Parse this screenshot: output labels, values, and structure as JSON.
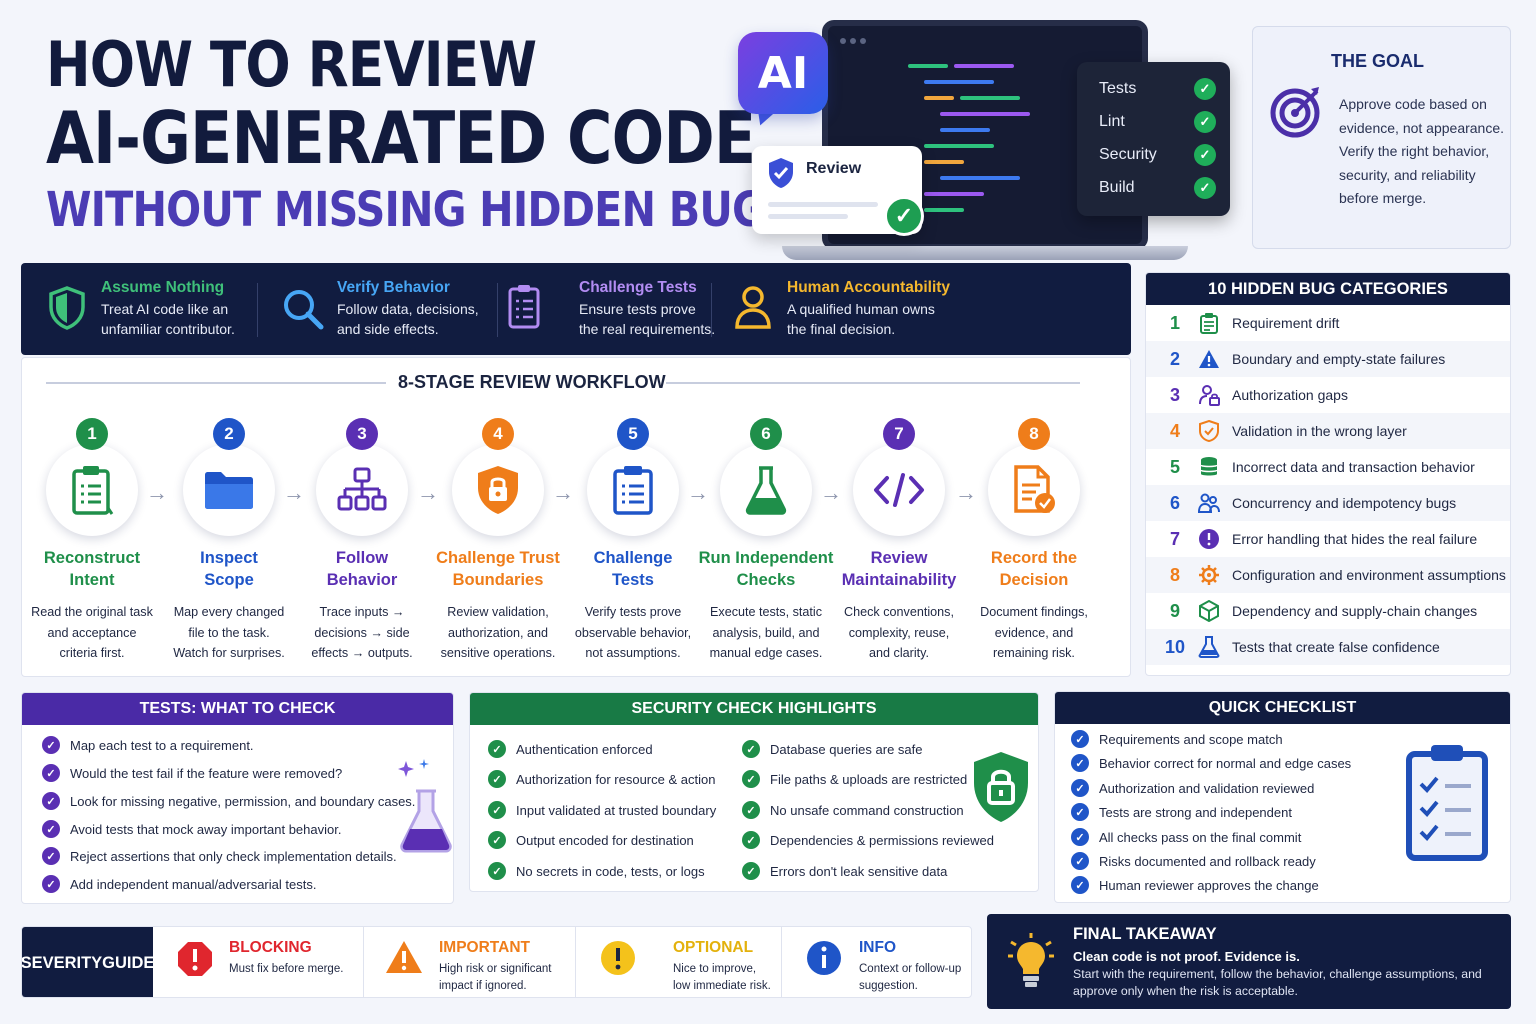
{
  "header": {
    "title_line1": "HOW TO REVIEW",
    "title_line2": "AI-GENERATED CODE",
    "subtitle": "WITHOUT MISSING HIDDEN BUGS"
  },
  "hero": {
    "ai_badge": "AI",
    "review_label": "Review",
    "checks": [
      {
        "label": "Tests",
        "icon": "check-icon"
      },
      {
        "label": "Lint",
        "icon": "check-icon"
      },
      {
        "label": "Security",
        "icon": "check-icon"
      },
      {
        "label": "Build",
        "icon": "check-icon"
      }
    ]
  },
  "goal": {
    "title": "THE GOAL",
    "text": "Approve code based on evidence, not appearance. Verify the right behavior, security, and reliability before merge."
  },
  "principles": [
    {
      "title": "Assume Nothing",
      "line1": "Treat AI code like an",
      "line2": "unfamiliar contributor.",
      "color": "#3fc07a",
      "icon": "shield-icon"
    },
    {
      "title": "Verify Behavior",
      "line1": "Follow data, decisions,",
      "line2": "and side effects.",
      "color": "#47a6f5",
      "icon": "magnifier-icon"
    },
    {
      "title": "Challenge Tests",
      "line1": "Ensure tests prove",
      "line2": "the real requirements.",
      "color": "#b28cf2",
      "icon": "clipboard-icon"
    },
    {
      "title": "Human Accountability",
      "line1": "A qualified human owns",
      "line2": "the final decision.",
      "color": "#f5b82e",
      "icon": "person-icon"
    }
  ],
  "workflow": {
    "title": "8-STAGE REVIEW WORKFLOW",
    "arrow": "→",
    "stages": [
      {
        "num": "1",
        "title1": "Reconstruct",
        "title2": "Intent",
        "d1": "Read the original task",
        "d2": "and acceptance",
        "d3": "criteria first.",
        "color": "#1f8f4a",
        "icon": "clipboard-icon"
      },
      {
        "num": "2",
        "title1": "Inspect",
        "title2": "Scope",
        "d1": "Map every changed",
        "d2": "file to the task.",
        "d3": "Watch for surprises.",
        "color": "#1f55c8",
        "icon": "folder-icon"
      },
      {
        "num": "3",
        "title1": "Follow",
        "title2": "Behavior",
        "d1": "Trace inputs →",
        "d2": "decisions → side",
        "d3": "effects → outputs.",
        "color": "#5a2fb3",
        "icon": "flow-icon"
      },
      {
        "num": "4",
        "title1": "Challenge Trust",
        "title2": "Boundaries",
        "d1": "Review validation,",
        "d2": "authorization, and",
        "d3": "sensitive operations.",
        "color": "#ef7d1a",
        "icon": "lock-shield-icon"
      },
      {
        "num": "5",
        "title1": "Challenge",
        "title2": "Tests",
        "d1": "Verify tests prove",
        "d2": "observable behavior,",
        "d3": "not assumptions.",
        "color": "#1f55c8",
        "icon": "checklist-icon"
      },
      {
        "num": "6",
        "title1": "Run Independent",
        "title2": "Checks",
        "d1": "Execute tests, static",
        "d2": "analysis, build, and",
        "d3": "manual edge cases.",
        "color": "#1f8f4a",
        "icon": "flask-icon"
      },
      {
        "num": "7",
        "title1": "Review",
        "title2": "Maintainability",
        "d1": "Check conventions,",
        "d2": "complexity, reuse,",
        "d3": "and clarity.",
        "color": "#5a2fb3",
        "icon": "code-icon"
      },
      {
        "num": "8",
        "title1": "Record the",
        "title2": "Decision",
        "d1": "Document findings,",
        "d2": "evidence, and",
        "d3": "remaining risk.",
        "color": "#ef7d1a",
        "icon": "document-check-icon"
      }
    ]
  },
  "bugs": {
    "title": "10 HIDDEN BUG CATEGORIES",
    "items": [
      {
        "num": "1",
        "label": "Requirement drift",
        "color": "#1f8f4a",
        "icon": "clipboard-icon"
      },
      {
        "num": "2",
        "label": "Boundary and empty-state failures",
        "color": "#1f55c8",
        "icon": "warning-icon"
      },
      {
        "num": "3",
        "label": "Authorization gaps",
        "color": "#5a2fb3",
        "icon": "user-lock-icon"
      },
      {
        "num": "4",
        "label": "Validation in the wrong layer",
        "color": "#ef7d1a",
        "icon": "shield-check-icon"
      },
      {
        "num": "5",
        "label": "Incorrect data and transaction behavior",
        "color": "#1f8f4a",
        "icon": "database-icon"
      },
      {
        "num": "6",
        "label": "Concurrency and idempotency bugs",
        "color": "#1f55c8",
        "icon": "users-icon"
      },
      {
        "num": "7",
        "label": "Error handling that hides the real failure",
        "color": "#5a2fb3",
        "icon": "alert-icon"
      },
      {
        "num": "8",
        "label": "Configuration and environment assumptions",
        "color": "#ef7d1a",
        "icon": "gear-icon"
      },
      {
        "num": "9",
        "label": "Dependency and supply-chain changes",
        "color": "#1f8f4a",
        "icon": "package-icon"
      },
      {
        "num": "10",
        "label": "Tests that create false confidence",
        "color": "#1f55c8",
        "icon": "flask-icon"
      }
    ]
  },
  "tests_panel": {
    "title": "TESTS: WHAT TO CHECK",
    "items": [
      "Map each test to a requirement.",
      "Would the test fail if the feature were removed?",
      "Look for missing negative, permission, and boundary cases.",
      "Avoid tests that mock away important behavior.",
      "Reject assertions that only check implementation details.",
      "Add independent manual/adversarial tests."
    ]
  },
  "security_panel": {
    "title": "SECURITY CHECK HIGHLIGHTS",
    "left": [
      "Authentication enforced",
      "Authorization for resource & action",
      "Input validated at trusted boundary",
      "Output encoded for destination",
      "No secrets in code, tests, or logs"
    ],
    "right": [
      "Database queries are safe",
      "File paths & uploads are restricted",
      "No unsafe command construction",
      "Dependencies & permissions reviewed",
      "Errors don't leak sensitive data"
    ]
  },
  "checklist_panel": {
    "title": "QUICK CHECKLIST",
    "items": [
      "Requirements and scope match",
      "Behavior correct for normal and edge cases",
      "Authorization and validation reviewed",
      "Tests are strong and independent",
      "All checks pass on the final commit",
      "Risks documented and rollback ready",
      "Human reviewer approves the change"
    ]
  },
  "severity": {
    "title1": "SEVERITY",
    "title2": "GUIDE",
    "levels": [
      {
        "title": "BLOCKING",
        "d1": "Must fix before merge.",
        "d2": "",
        "color": "#e0262e",
        "icon": "stop-icon"
      },
      {
        "title": "IMPORTANT",
        "d1": "High risk or significant",
        "d2": "impact if ignored.",
        "color": "#ef7d1a",
        "icon": "warning-icon"
      },
      {
        "title": "OPTIONAL",
        "d1": "Nice to improve,",
        "d2": "low immediate risk.",
        "color": "#e3b10c",
        "icon": "exclamation-icon"
      },
      {
        "title": "INFO",
        "d1": "Context or follow-up",
        "d2": "suggestion.",
        "color": "#1f55c8",
        "icon": "info-icon"
      }
    ]
  },
  "takeaway": {
    "title": "FINAL TAKEAWAY",
    "bold": "Clean code is not proof. Evidence is.",
    "text": "Start with the requirement, follow the behavior, challenge assumptions, and approve only when the risk is acceptable.",
    "icon": "lightbulb-icon"
  },
  "colors": {
    "navy": "#111c40",
    "green": "#1f8f4a",
    "blue": "#1f55c8",
    "purple": "#5a2fb3",
    "orange": "#ef7d1a"
  }
}
